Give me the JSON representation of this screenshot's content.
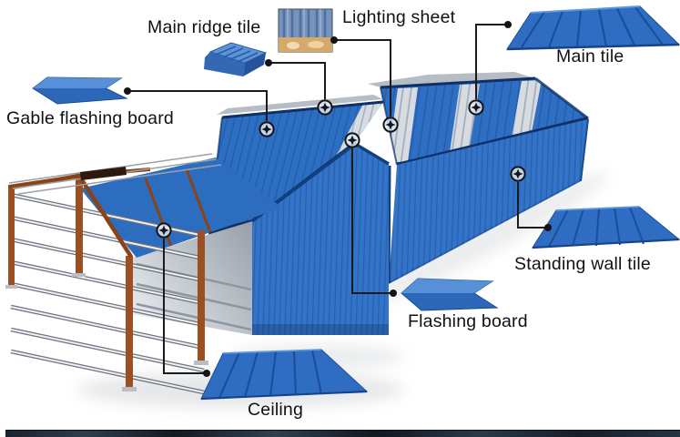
{
  "callouts": [
    {
      "id": "main-ridge-tile",
      "label": "Main ridge tile"
    },
    {
      "id": "lighting-sheet",
      "label": "Lighting sheet"
    },
    {
      "id": "main-tile",
      "label": "Main tile"
    },
    {
      "id": "gable-flashing-board",
      "label": "Gable flashing board"
    },
    {
      "id": "standing-wall-tile",
      "label": "Standing wall tile"
    },
    {
      "id": "flashing-board",
      "label": "Flashing board"
    },
    {
      "id": "ceiling",
      "label": "Ceiling"
    }
  ],
  "colors": {
    "roof_blue": "#2e6fc4",
    "mid_roof_blue": "#2c6ec2",
    "panel_blue": "#2d6dc0",
    "wall_blue": "#3374c9",
    "skylight_gray": "#d8dce1",
    "frame_brown": "#9c5022",
    "girt_gray": "#eef1f5",
    "navy_trim": "#0f3066",
    "leader_black": "#1b1b1b",
    "marker_fill": "#dce7f3"
  },
  "icons": {
    "part_marker": "crosshair-circle-icon",
    "label_anchor": "dot-icon"
  }
}
